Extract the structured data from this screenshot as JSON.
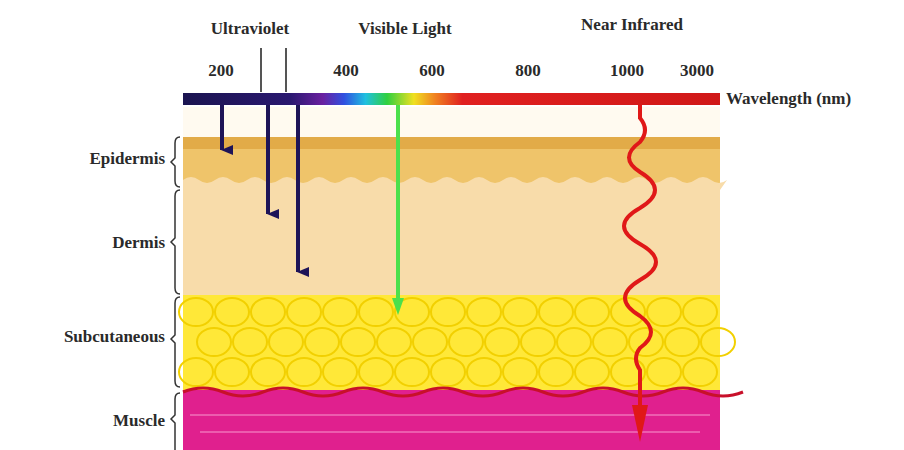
{
  "diagram": {
    "labels": [
      "Ultraviolet",
      "Visible Light",
      "Near Infrared",
      "200",
      "400",
      "600",
      "800",
      "1000",
      "3000",
      "Wavelength (nm)",
      "Epidermis",
      "Dermis",
      "Subcutaneous",
      "Muscle"
    ]
  }
}
